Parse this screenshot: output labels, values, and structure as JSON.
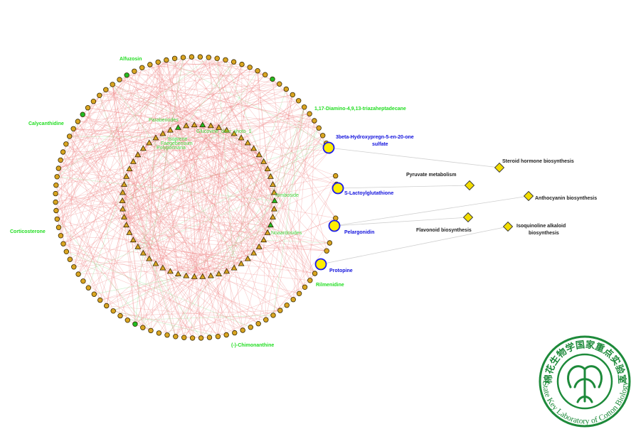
{
  "outer_ring_labels": [
    {
      "id": "alfuzosin",
      "text": "Alfuzosin"
    },
    {
      "id": "diamino",
      "text": "1,17-Diamino-4,9,13-triazaheptadecane"
    },
    {
      "id": "calycanthidine",
      "text": "Calycanthidine"
    },
    {
      "id": "corticosterone",
      "text": "Corticosterone"
    },
    {
      "id": "rilmenidine",
      "text": "Rilmenidine"
    },
    {
      "id": "chimonanthine",
      "text": "(-)-Chimonanthine"
    }
  ],
  "inner_ring_labels": [
    {
      "id": "paraberiodes",
      "text": "Paraberiodes"
    },
    {
      "id": "glucovinedum",
      "text": "Glucovine_dum_shoto_1"
    },
    {
      "id": "faegebensum",
      "text": "Faegebensum"
    },
    {
      "id": "polyporinaria",
      "text": "Polyporinaria"
    },
    {
      "id": "isoprene",
      "text": "Isoprene"
    },
    {
      "id": "tomboside",
      "text": "Tomboside"
    },
    {
      "id": "noaardosides",
      "text": "Noaardosides"
    }
  ],
  "highlighted_metabolites": [
    {
      "id": "hydroxypregn",
      "lines": [
        "3beta-Hydroxypregn-5-en-20-one",
        "sulfate"
      ]
    },
    {
      "id": "lactoylglutathione",
      "lines": [
        "S-Lactoylglutathione"
      ]
    },
    {
      "id": "pelargonidin",
      "lines": [
        "Pelargonidin"
      ]
    },
    {
      "id": "protopine",
      "lines": [
        "Protopine"
      ]
    }
  ],
  "pathways": [
    {
      "id": "steroid",
      "lines": [
        "Steroid hormone biosynthesis"
      ]
    },
    {
      "id": "pyruvate",
      "lines": [
        "Pyruvate metabolism"
      ]
    },
    {
      "id": "anthocyanin",
      "lines": [
        "Anthocyanin biosynthesis"
      ]
    },
    {
      "id": "flavonoid",
      "lines": [
        "Flavonoid biosynthesis"
      ]
    },
    {
      "id": "isoquinoline",
      "lines": [
        "Isoquinoline alkaloid",
        "biosynthesis"
      ]
    }
  ],
  "seal": {
    "chinese_text": "棉花生物学国家重点实验室",
    "english_text": "State Key Laboratory of Cotton Biology"
  },
  "colors": {
    "node_fill": "#d9a521",
    "highlight_fill": "#ffee00",
    "highlight_stroke": "#1a1aee",
    "pathway_fill": "#f2dc00",
    "green_node": "#22bb22",
    "edge_red": "#f08a8a",
    "edge_green": "#88dd88",
    "label_green": "#22dd22",
    "label_blue": "#1010dd",
    "seal_green": "#1d8a3a"
  }
}
